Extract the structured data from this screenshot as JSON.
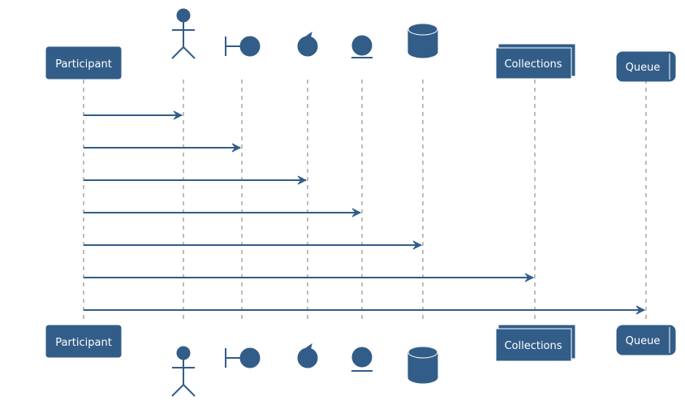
{
  "theme": {
    "primary": "#325d88",
    "lifeline": "#7a7a7a",
    "text": "#ffffff"
  },
  "participants": [
    {
      "id": "participant",
      "kind": "participant",
      "label": "Participant"
    },
    {
      "id": "actor",
      "kind": "actor",
      "label": ""
    },
    {
      "id": "boundary",
      "kind": "boundary",
      "label": ""
    },
    {
      "id": "control",
      "kind": "control",
      "label": ""
    },
    {
      "id": "entity",
      "kind": "entity",
      "label": ""
    },
    {
      "id": "database",
      "kind": "database",
      "label": ""
    },
    {
      "id": "collections",
      "kind": "collections",
      "label": "Collections"
    },
    {
      "id": "queue",
      "kind": "queue",
      "label": "Queue"
    }
  ],
  "messages": [
    {
      "from": "participant",
      "to": "actor",
      "label": ""
    },
    {
      "from": "participant",
      "to": "boundary",
      "label": ""
    },
    {
      "from": "participant",
      "to": "control",
      "label": ""
    },
    {
      "from": "participant",
      "to": "entity",
      "label": ""
    },
    {
      "from": "participant",
      "to": "database",
      "label": ""
    },
    {
      "from": "participant",
      "to": "collections",
      "label": ""
    },
    {
      "from": "participant",
      "to": "queue",
      "label": ""
    }
  ]
}
